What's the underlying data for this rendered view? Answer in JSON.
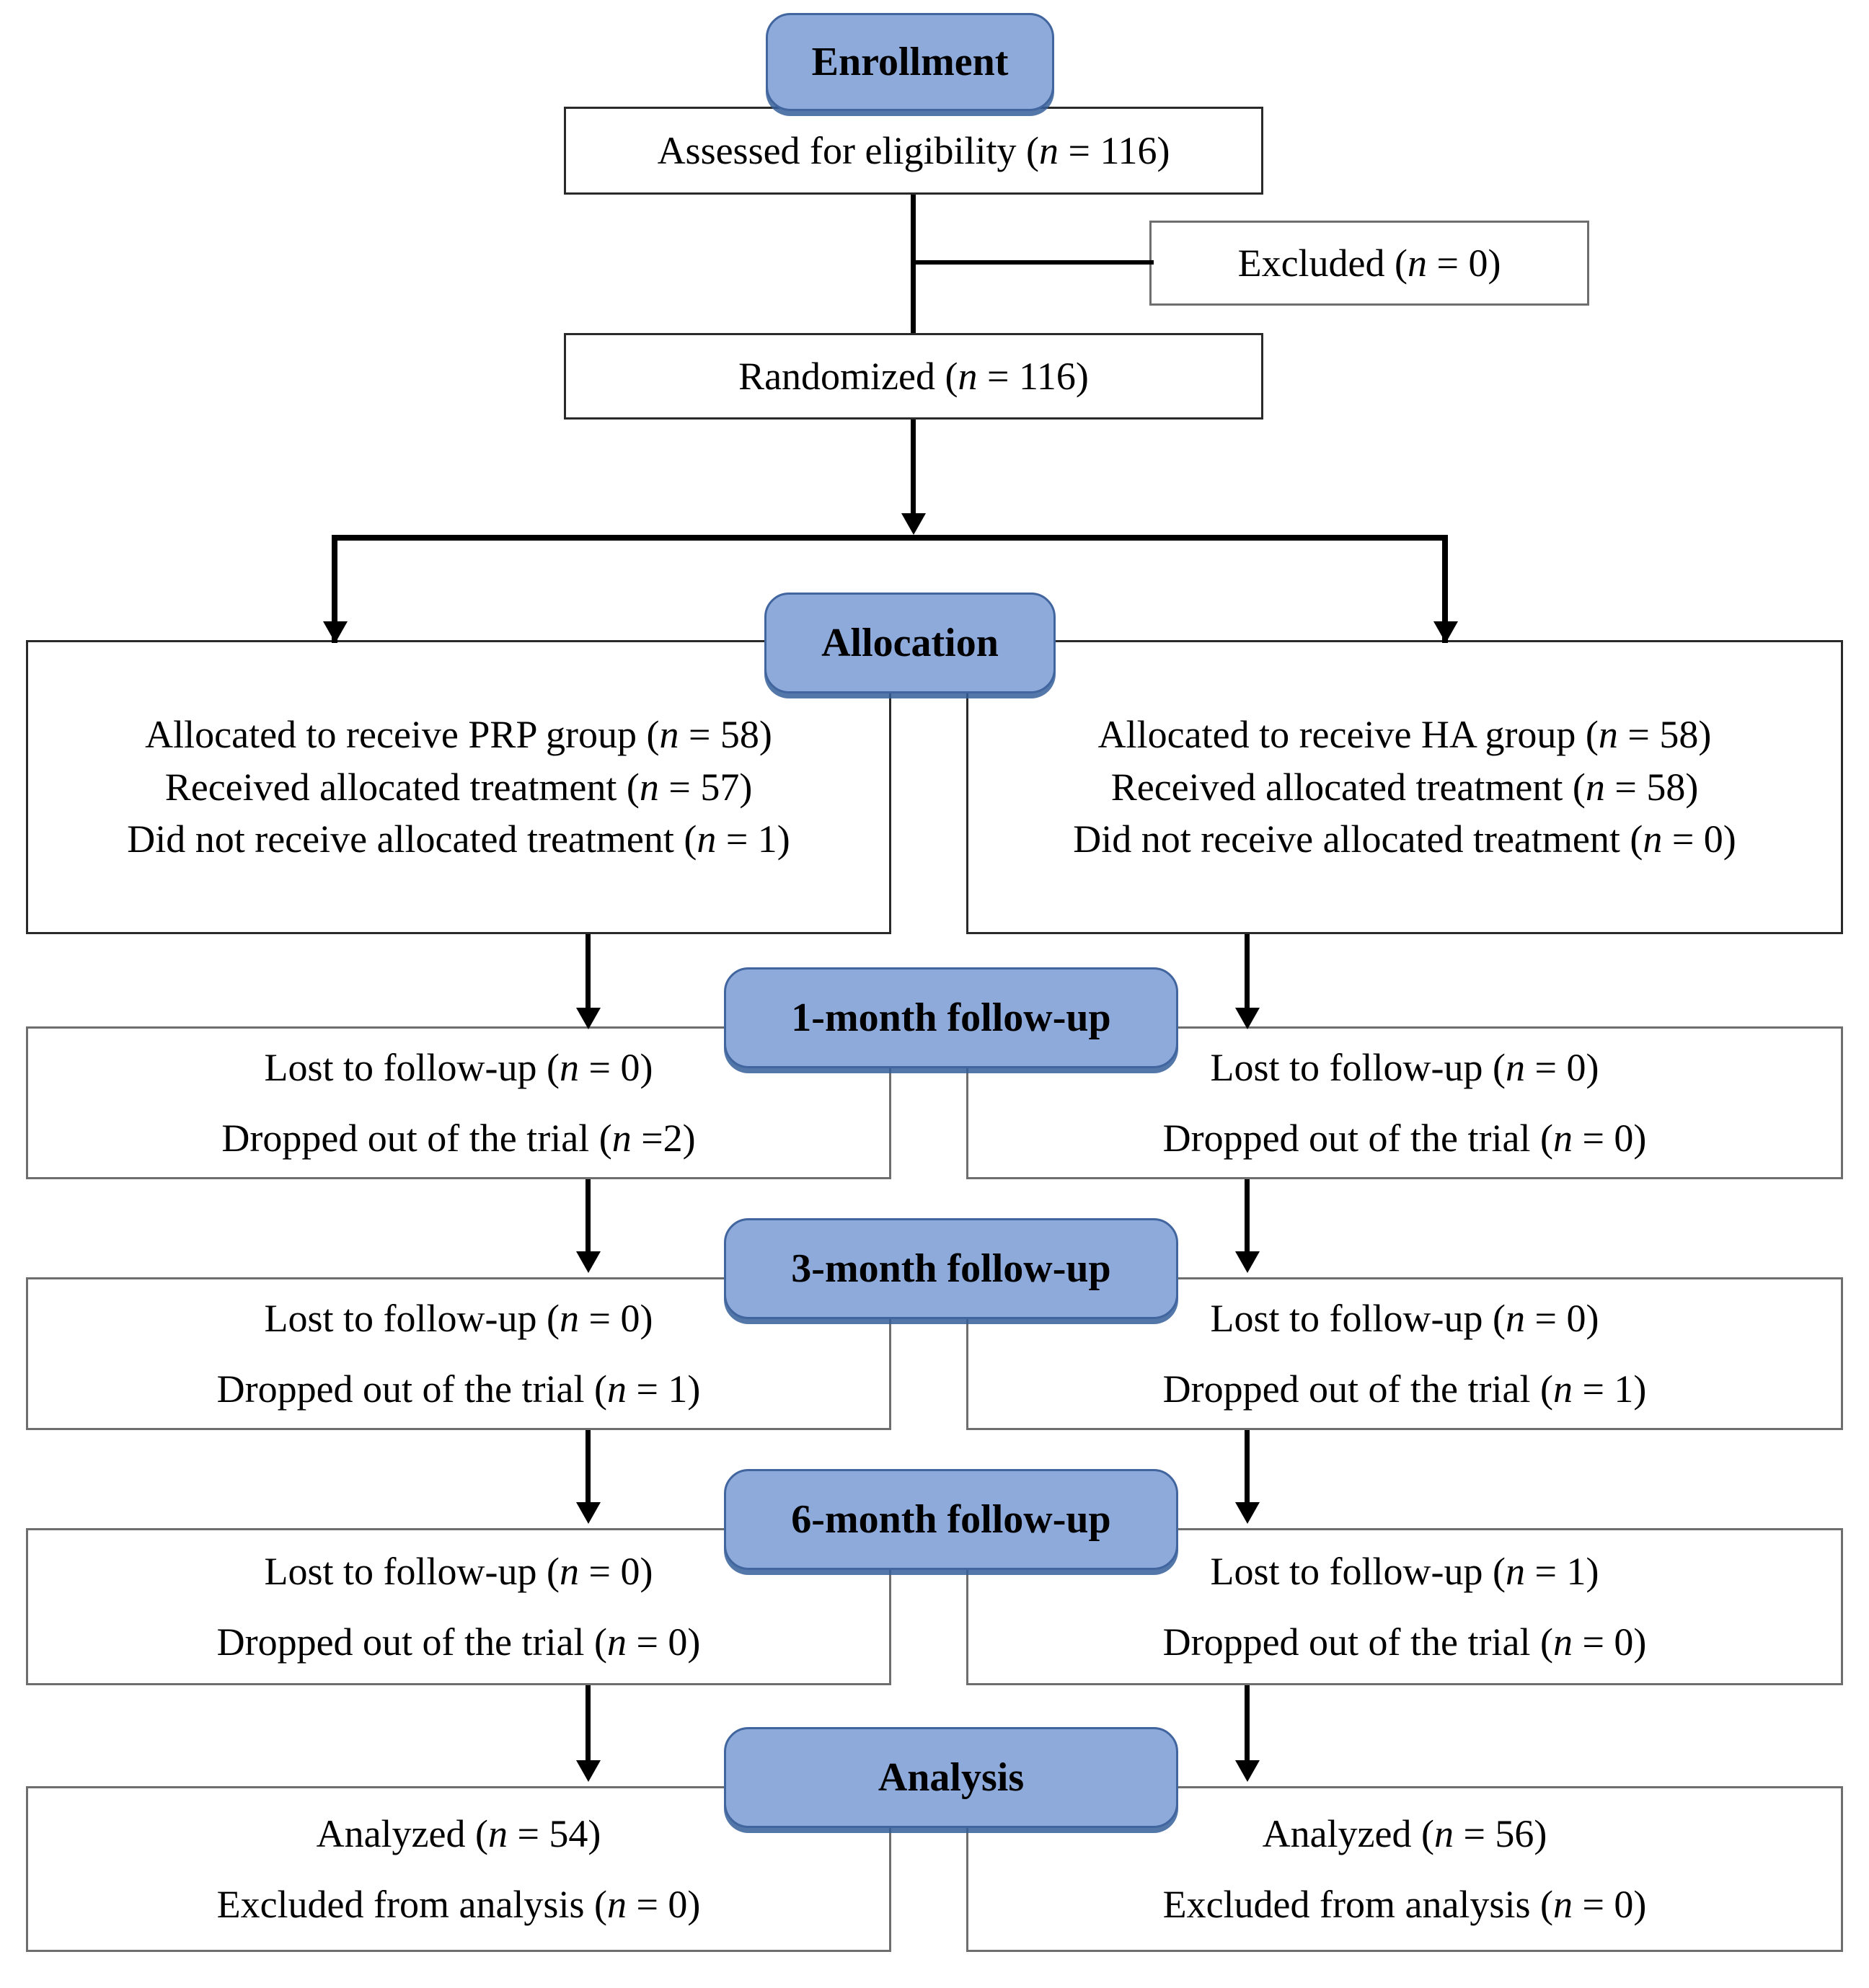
{
  "diagram": {
    "title": "CONSORT participant flow diagram",
    "accent_color": "#8EAADB",
    "accent_border_color": "#41659E",
    "box_border_color": "#2a2a2a"
  },
  "stages": {
    "enrollment": "Enrollment",
    "allocation": "Allocation",
    "followup_1m": "1-month follow-up",
    "followup_3m": "3-month follow-up",
    "followup_6m": "6-month follow-up",
    "analysis": "Analysis"
  },
  "enrollment": {
    "assessed": "Assessed for eligibility (n = 116)",
    "assessed_pre": "Assessed for eligibility (",
    "assessed_n": "n",
    "assessed_post": " = 116)",
    "excluded_pre": "Excluded (",
    "excluded_n": "n",
    "excluded_post": " = 0)",
    "randomized_pre": "Randomized (",
    "randomized_n": "n",
    "randomized_post": " = 116)"
  },
  "allocation": {
    "left": {
      "line1_pre": "Allocated to receive PRP group (",
      "line1_n": "n",
      "line1_post": " = 58)",
      "line2_pre": "Received allocated treatment (",
      "line2_n": "n",
      "line2_post": " = 57)",
      "line3_pre": "Did not receive allocated treatment (",
      "line3_n": "n",
      "line3_post": " = 1)"
    },
    "right": {
      "line1_pre": "Allocated to receive HA group (",
      "line1_n": "n",
      "line1_post": " = 58)",
      "line2_pre": "Received allocated treatment (",
      "line2_n": "n",
      "line2_post": " = 58)",
      "line3_pre": "Did not receive allocated treatment (",
      "line3_n": "n",
      "line3_post": " = 0)"
    }
  },
  "followup_1m": {
    "left": {
      "line1_pre": "Lost to follow-up (",
      "line1_n": "n",
      "line1_post": " = 0)",
      "line2_pre": "Dropped out of the trial (",
      "line2_n": "n",
      "line2_post": " =2)"
    },
    "right": {
      "line1_pre": "Lost to follow-up (",
      "line1_n": "n",
      "line1_post": " = 0)",
      "line2_pre": "Dropped out of the trial (",
      "line2_n": "n",
      "line2_post": " = 0)"
    }
  },
  "followup_3m": {
    "left": {
      "line1_pre": "Lost to follow-up (",
      "line1_n": "n",
      "line1_post": " = 0)",
      "line2_pre": "Dropped out of the trial (",
      "line2_n": "n",
      "line2_post": " = 1)"
    },
    "right": {
      "line1_pre": "Lost to follow-up (",
      "line1_n": "n",
      "line1_post": " = 0)",
      "line2_pre": "Dropped out of the trial (",
      "line2_n": "n",
      "line2_post": " = 1)"
    }
  },
  "followup_6m": {
    "left": {
      "line1_pre": "Lost to follow-up (",
      "line1_n": "n",
      "line1_post": " = 0)",
      "line2_pre": "Dropped out of the trial (",
      "line2_n": "n",
      "line2_post": " = 0)"
    },
    "right": {
      "line1_pre": "Lost to follow-up (",
      "line1_n": "n",
      "line1_post": " = 1)",
      "line2_pre": "Dropped out of the trial (",
      "line2_n": "n",
      "line2_post": " = 0)"
    }
  },
  "analysis": {
    "left": {
      "line1_pre": "Analyzed (",
      "line1_n": "n",
      "line1_post": " = 54)",
      "line2_pre": "Excluded from analysis (",
      "line2_n": "n",
      "line2_post": " = 0)"
    },
    "right": {
      "line1_pre": "Analyzed (",
      "line1_n": "n",
      "line1_post": " = 56)",
      "line2_pre": "Excluded from analysis (",
      "line2_n": "n",
      "line2_post": " = 0)"
    }
  }
}
